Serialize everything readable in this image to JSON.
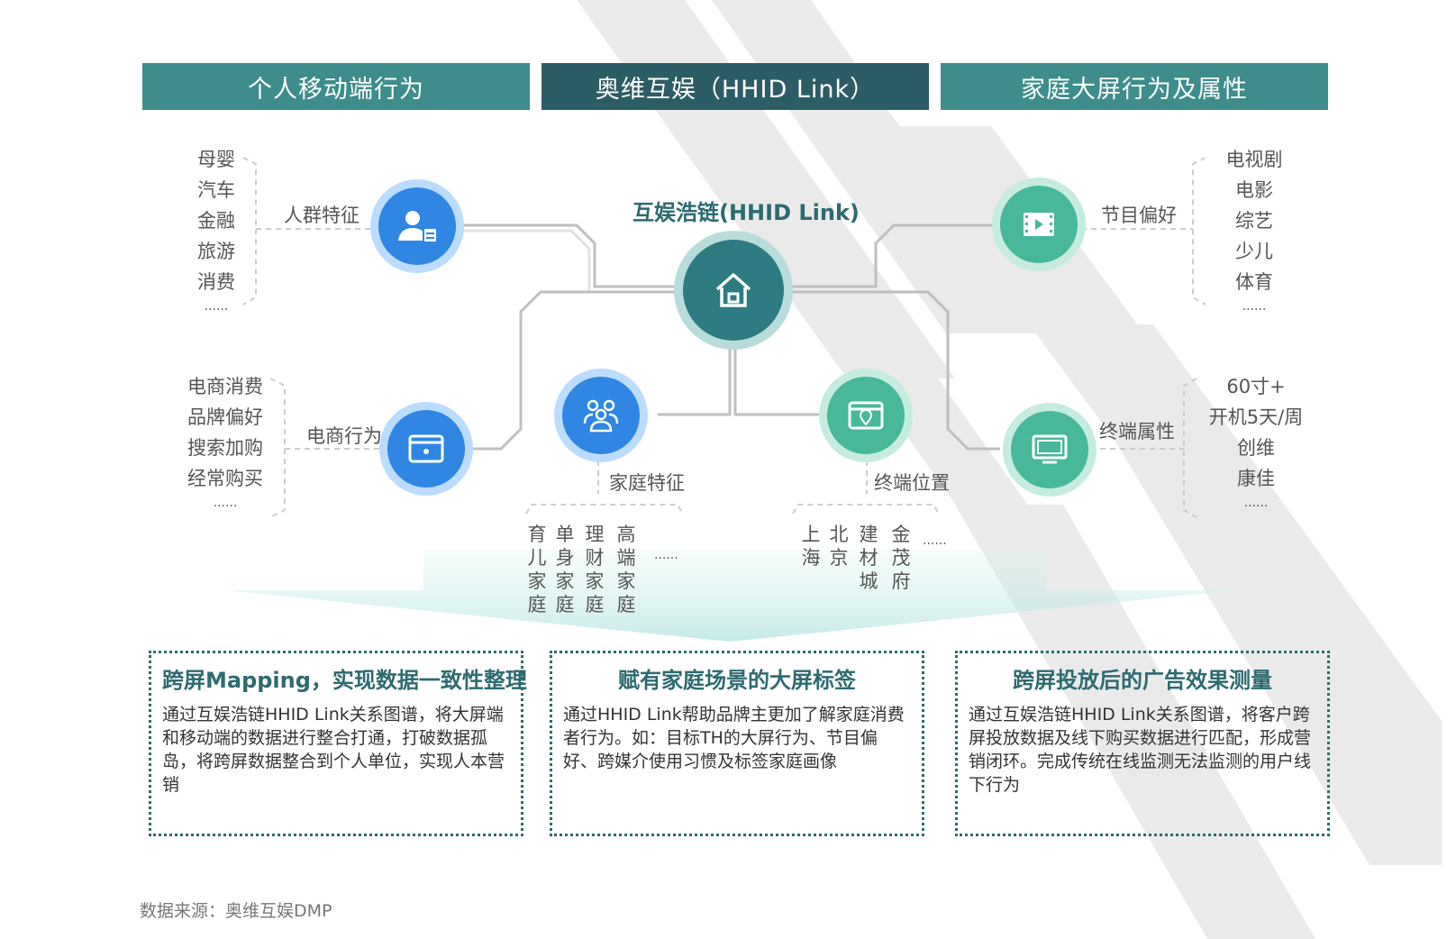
{
  "header": {
    "left": "个人移动端行为",
    "middle": "奥维互娱（HHID Link）",
    "right": "家庭大屏行为及属性"
  },
  "center": {
    "title": "互娱浩链(HHID Link)",
    "icon": "home-icon"
  },
  "nodes": {
    "crowd": {
      "label": "人群特征",
      "icon": "user-card-icon",
      "items": [
        "母婴",
        "汽车",
        "金融",
        "旅游",
        "消费",
        "......"
      ]
    },
    "ecommerce": {
      "label": "电商行为",
      "icon": "browser-window-icon",
      "items": [
        "电商消费",
        "品牌偏好",
        "搜索加购",
        "经常购买",
        "......"
      ]
    },
    "family": {
      "label": "家庭特征",
      "icon": "family-group-icon",
      "columns": [
        [
          "育",
          "儿",
          "家",
          "庭"
        ],
        [
          "单",
          "身",
          "家",
          "庭"
        ],
        [
          "理",
          "财",
          "家",
          "庭"
        ],
        [
          "高",
          "端",
          "家",
          "庭"
        ]
      ],
      "more": "......"
    },
    "location": {
      "label": "终端位置",
      "icon": "location-window-icon",
      "columns": [
        [
          "上",
          "海"
        ],
        [
          "北",
          "京"
        ],
        [
          "建",
          "材",
          "城"
        ],
        [
          "金",
          "茂",
          "府"
        ]
      ],
      "more": "......"
    },
    "program": {
      "label": "节目偏好",
      "icon": "video-play-icon",
      "items": [
        "电视剧",
        "电影",
        "综艺",
        "少儿",
        "体育",
        "......"
      ]
    },
    "terminal": {
      "label": "终端属性",
      "icon": "tv-monitor-icon",
      "items": [
        "60寸+",
        "开机5天/周",
        "创维",
        "康佳",
        "......"
      ]
    }
  },
  "cards": [
    {
      "title": "跨屏Mapping，实现数据一致性整理",
      "body": "通过互娱浩链HHID Link关系图谱，将大屏端和移动端的数据进行整合打通，打破数据孤岛，将跨屏数据整合到个人单位，实现人本营销"
    },
    {
      "title": "赋有家庭场景的大屏标签",
      "body": "通过HHID Link帮助品牌主更加了解家庭消费者行为。如：目标TH的大屏行为、节目偏好、跨媒介使用习惯及标签家庭画像"
    },
    {
      "title": "跨屏投放后的广告效果测量",
      "body": "通过互娱浩链HHID Link关系图谱，将客户跨屏投放数据及线下购买数据进行匹配，形成营销闭环。完成传统在线监测无法监测的用户线下行为"
    }
  ],
  "source": "数据来源：奥维互娱DMP",
  "watermark": "奥维互娱",
  "colors": {
    "teal_dark": "#2c5d66",
    "teal": "#3f8c8c",
    "blue": "#2f86e3",
    "green": "#47b89a"
  }
}
